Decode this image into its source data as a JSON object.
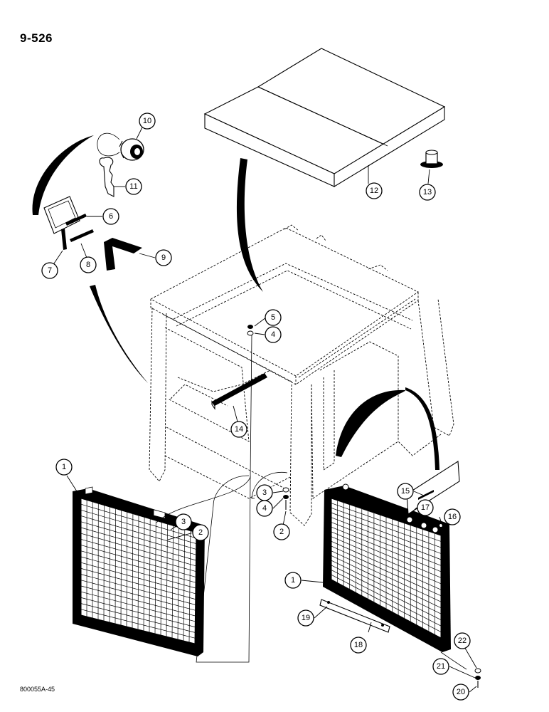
{
  "header": {
    "page_number": "9-526"
  },
  "footer": {
    "figure_code": "800055A-45"
  },
  "callouts": [
    {
      "id": "c1a",
      "label": "1"
    },
    {
      "id": "c1b",
      "label": "1"
    },
    {
      "id": "c2a",
      "label": "2"
    },
    {
      "id": "c2b",
      "label": "2"
    },
    {
      "id": "c3a",
      "label": "3"
    },
    {
      "id": "c3b",
      "label": "3"
    },
    {
      "id": "c4a",
      "label": "4"
    },
    {
      "id": "c4b",
      "label": "4"
    },
    {
      "id": "c5",
      "label": "5"
    },
    {
      "id": "c6",
      "label": "6"
    },
    {
      "id": "c7",
      "label": "7"
    },
    {
      "id": "c8",
      "label": "8"
    },
    {
      "id": "c9",
      "label": "9"
    },
    {
      "id": "c10",
      "label": "10"
    },
    {
      "id": "c11",
      "label": "11"
    },
    {
      "id": "c12",
      "label": "12"
    },
    {
      "id": "c13",
      "label": "13"
    },
    {
      "id": "c14",
      "label": "14"
    },
    {
      "id": "c15",
      "label": "15"
    },
    {
      "id": "c16",
      "label": "16"
    },
    {
      "id": "c17",
      "label": "17"
    },
    {
      "id": "c18",
      "label": "18"
    },
    {
      "id": "c19",
      "label": "19"
    },
    {
      "id": "c20",
      "label": "20"
    },
    {
      "id": "c21",
      "label": "21"
    },
    {
      "id": "c22",
      "label": "22"
    }
  ]
}
